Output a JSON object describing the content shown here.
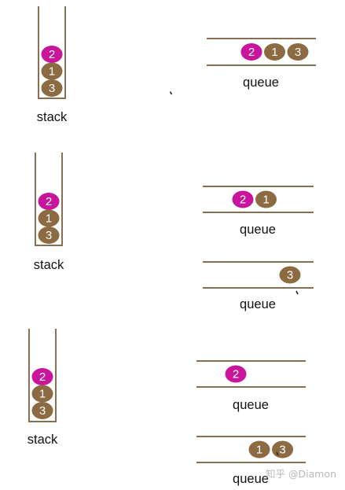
{
  "colors": {
    "line": "#8a6e52",
    "ball_brown": "#8c6a42",
    "ball_magenta": "#c8159c",
    "text": "#111111",
    "watermark": "#b5b5b5"
  },
  "panels": [
    {
      "stack": {
        "label": "stack",
        "balls_top_to_bottom": [
          "2",
          "1",
          "3"
        ]
      },
      "queues": [
        {
          "label": "queue",
          "balls": [
            "2",
            "1",
            "3"
          ]
        }
      ]
    },
    {
      "stack": {
        "label": "stack",
        "balls_top_to_bottom": [
          "2",
          "1",
          "3"
        ]
      },
      "queues": [
        {
          "label": "queue",
          "balls": [
            "2",
            "1"
          ]
        },
        {
          "label": "queue",
          "balls": [
            "3"
          ]
        }
      ]
    },
    {
      "stack": {
        "label": "stack",
        "balls_top_to_bottom": [
          "2",
          "1",
          "3"
        ]
      },
      "queues": [
        {
          "label": "queue",
          "balls": [
            "2"
          ]
        },
        {
          "label": "queue",
          "balls": [
            "1",
            "3"
          ]
        }
      ]
    }
  ],
  "highlight_ball": "2",
  "watermark": "知乎 @Diamon"
}
